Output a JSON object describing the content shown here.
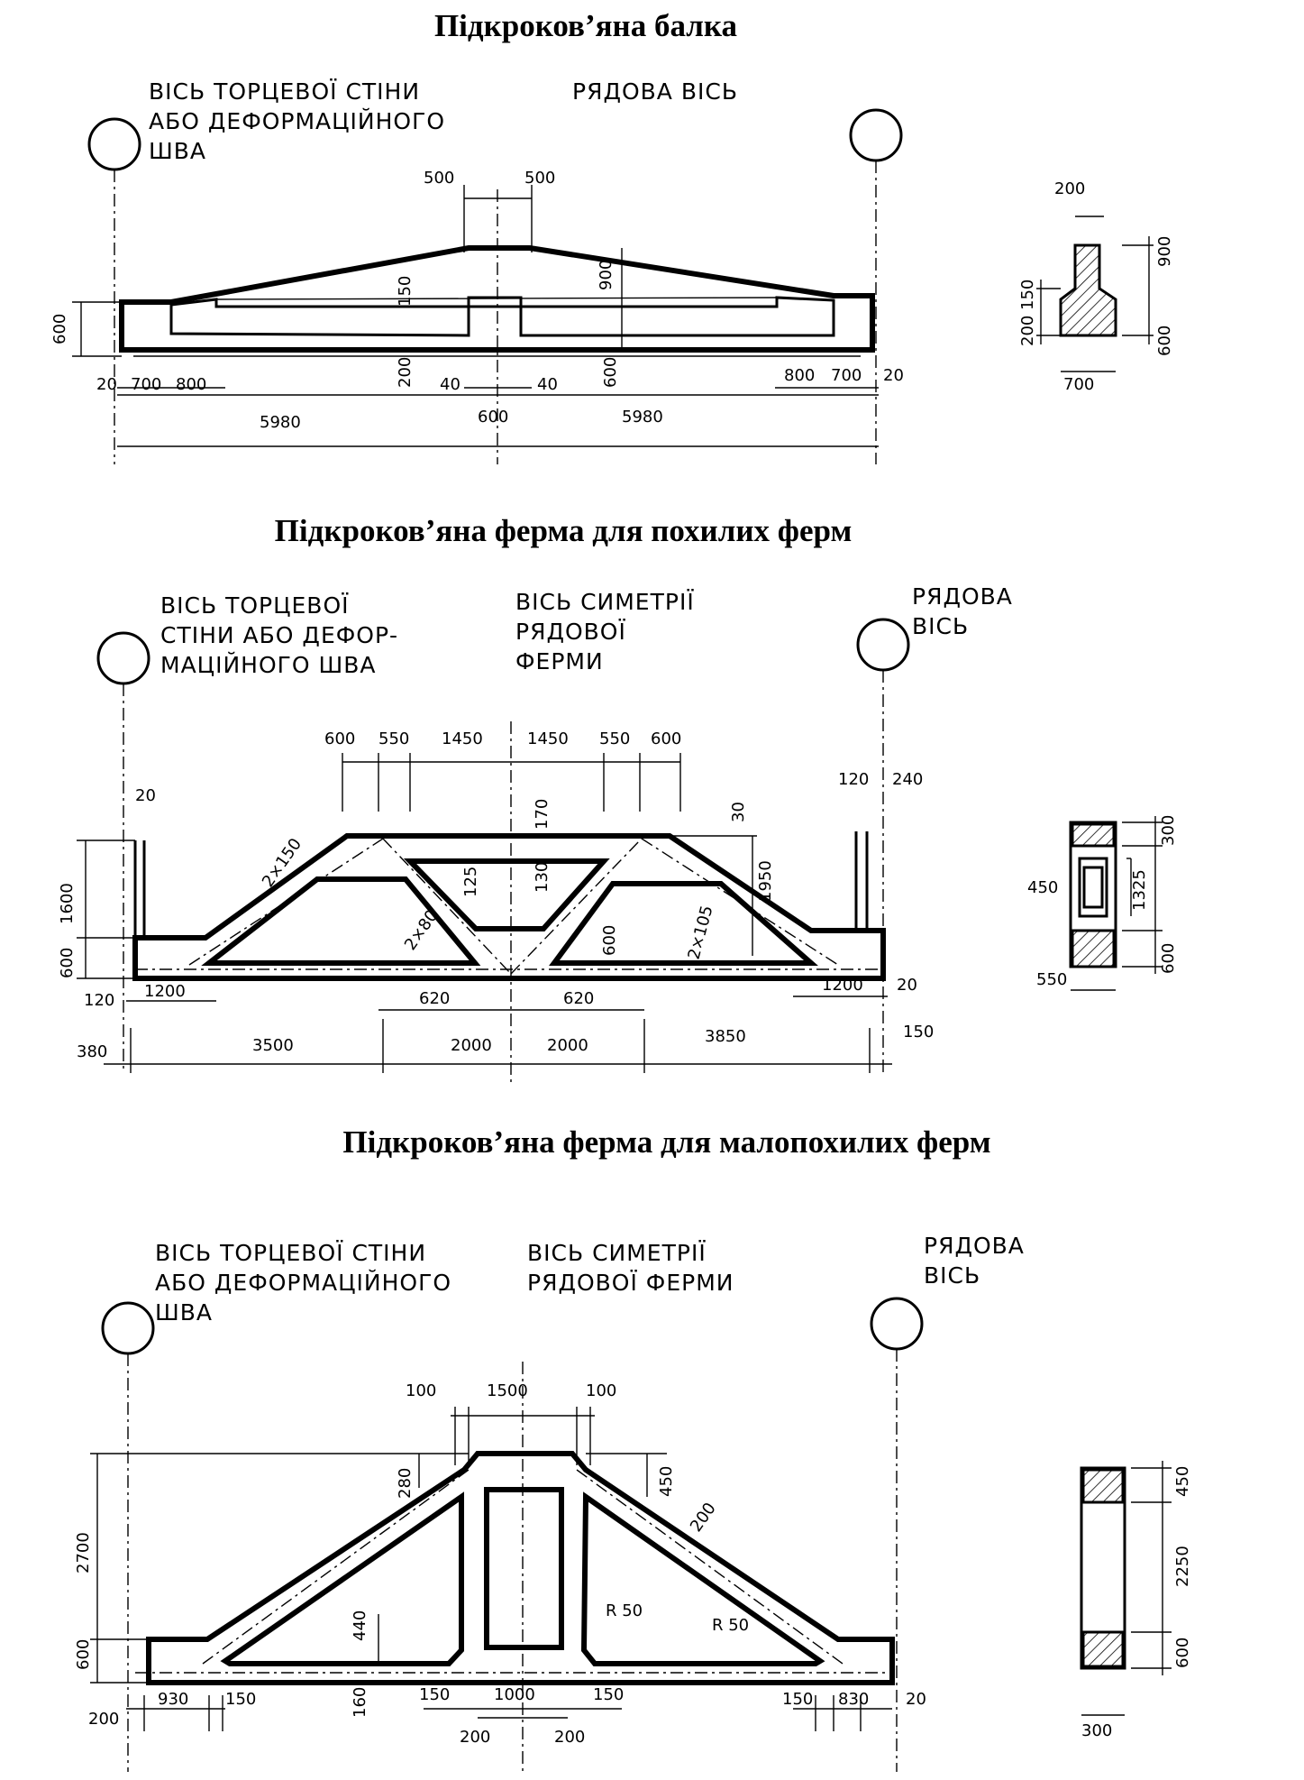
{
  "sections": [
    {
      "title": "Підкроков’яна балка",
      "labels": {
        "end_axis": [
          "ВІСЬ ТОРЦЕВОЇ СТІНИ",
          "АБО ДЕФОРМАЦІЙНОГО",
          "ШВА"
        ],
        "row_axis": [
          "РЯДОВА ВІСЬ"
        ]
      },
      "dims": {
        "top_left": "500",
        "top_right": "500",
        "h_left": "600",
        "h_mid": "150",
        "h_top": "900",
        "h_bottom_web": "200",
        "h_right": "600",
        "left_run": [
          "20",
          "700",
          "800"
        ],
        "right_run": [
          "800",
          "700",
          "20"
        ],
        "mid_left": "40",
        "mid_right": "40",
        "span_left": "5980",
        "span_mid": "600",
        "span_right": "5980"
      },
      "section_dims": {
        "top": "200",
        "right_top": "900",
        "right_bottom": "600",
        "left_a": "150",
        "left_b": "200",
        "bottom": "700"
      }
    },
    {
      "title": "Підкроков’яна ферма для похилих ферм",
      "labels": {
        "end_axis": [
          "ВІСЬ ТОРЦЕВОЇ",
          "СТІНИ АБО ДЕФОР-",
          "МАЦІЙНОГО ШВА"
        ],
        "symmetry_axis": [
          "ВІСЬ СИМЕТРІЇ",
          "РЯДОВОЇ",
          "ФЕРМИ"
        ],
        "row_axis": [
          "РЯДОВА",
          "ВІСЬ"
        ]
      },
      "dims": {
        "top_chain": [
          "600",
          "550",
          "1450",
          "1450",
          "550",
          "600"
        ],
        "left_post": "20",
        "right_post_a": "120",
        "right_post_b": "240",
        "h_upper": "1600",
        "h_lower": "600",
        "diag_1": "2×150",
        "diag_2": "2×80",
        "diag_3": "2×105",
        "v_125": "125",
        "v_170": "170",
        "v_130": "130",
        "v_30": "30",
        "v_1950": "1950",
        "v_600": "600",
        "left_120": "120",
        "left_1200": "1200",
        "right_1200": "1200",
        "right_20": "20",
        "mid_left": "620",
        "mid_right": "620",
        "left_380": "380",
        "bottom_chain": [
          "3500",
          "2000",
          "2000",
          "3850"
        ],
        "right_150": "150"
      },
      "section_dims": {
        "left": "450",
        "right_top": "300",
        "right_mid": "1325",
        "right_bottom": "600",
        "bottom": "550"
      }
    },
    {
      "title": "Підкроков’яна ферма для малопохилих ферм",
      "labels": {
        "end_axis": [
          "ВІСЬ ТОРЦЕВОЇ СТІНИ",
          "АБО ДЕФОРМАЦІЙНОГО",
          "ШВА"
        ],
        "symmetry_axis": [
          "ВІСЬ СИМЕТРІЇ",
          "РЯДОВОЇ ФЕРМИ"
        ],
        "row_axis": [
          "РЯДОВА",
          "ВІСЬ"
        ]
      },
      "dims": {
        "top_chain": [
          "100",
          "1500",
          "100"
        ],
        "h_total": "2700",
        "h_base": "600",
        "v_280": "280",
        "v_450": "450",
        "diag_200": "200",
        "v_440": "440",
        "v_160": "160",
        "r_left": "R 50",
        "r_right": "R 50",
        "bottom_left": [
          "200",
          "930",
          "150"
        ],
        "bottom_mid": [
          "150",
          "1000",
          "150"
        ],
        "bottom_right": [
          "150",
          "830",
          "20"
        ],
        "below_mid": [
          "200",
          "200"
        ]
      },
      "section_dims": {
        "right_top": "450",
        "right_mid": "2250",
        "right_bottom": "600",
        "bottom": "300"
      }
    }
  ]
}
